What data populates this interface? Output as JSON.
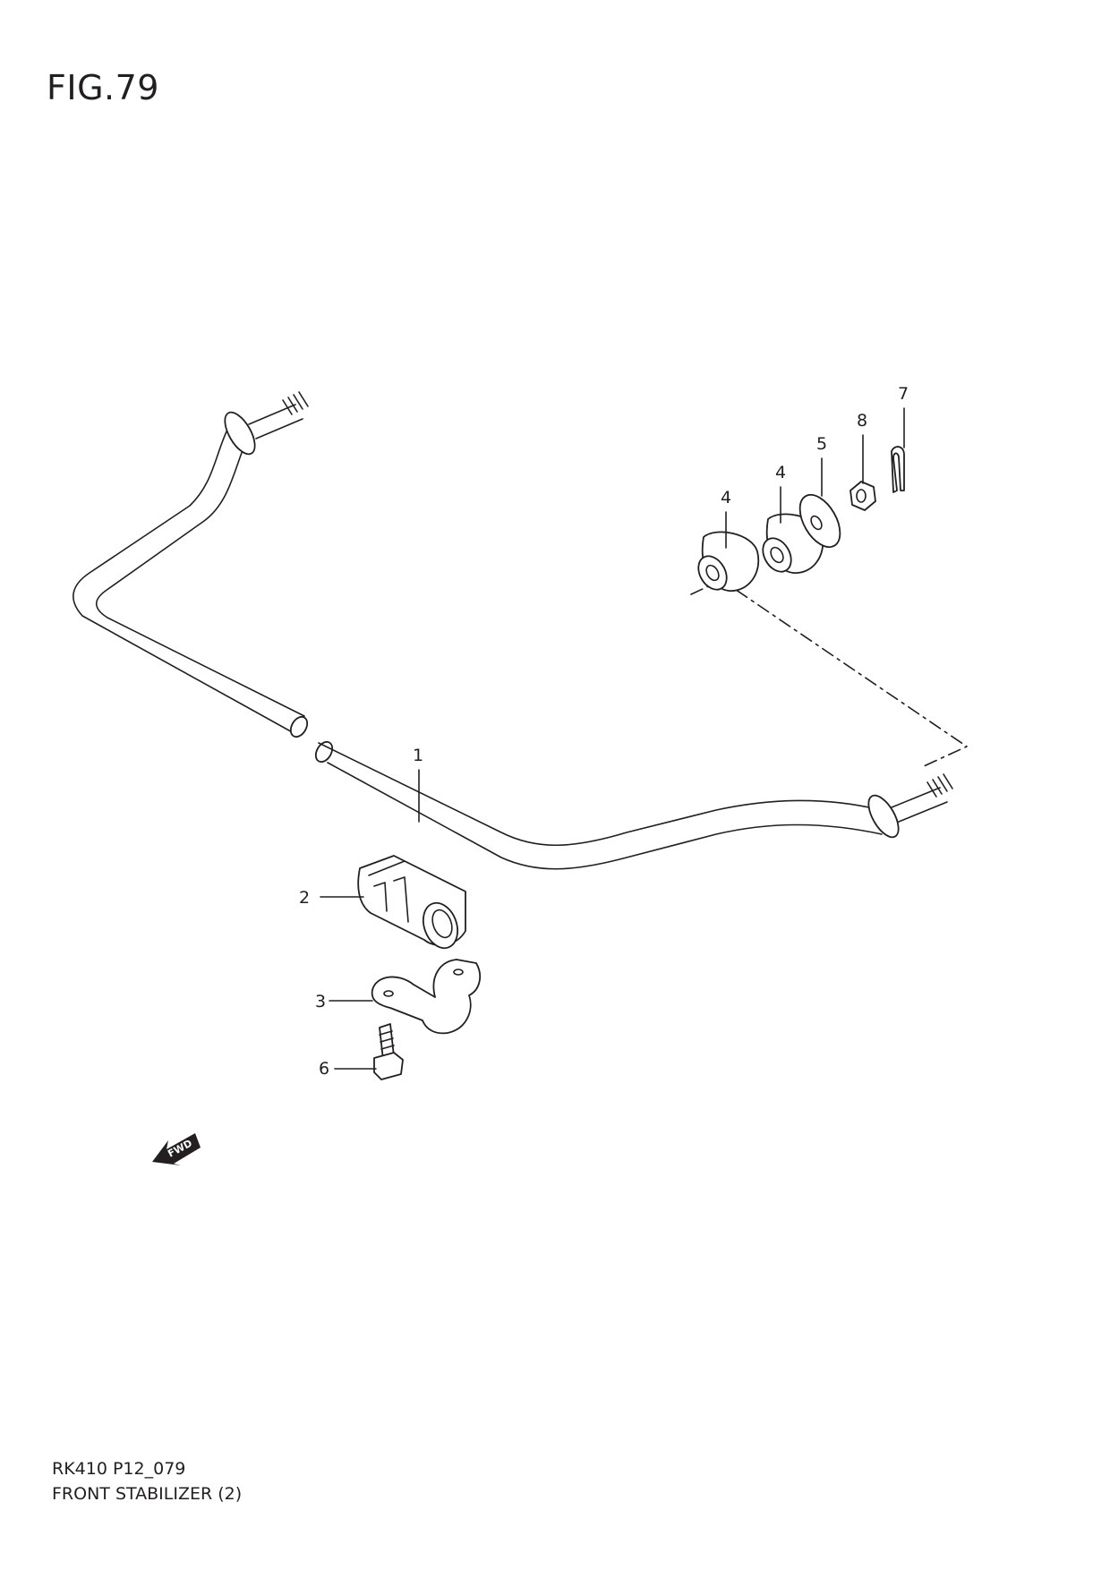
{
  "figure": {
    "title": "FIG.79"
  },
  "footer": {
    "code": "RK410 P12_079",
    "name": "FRONT STABILIZER (2)"
  },
  "callouts": [
    {
      "id": "1",
      "label": "1"
    },
    {
      "id": "2",
      "label": "2"
    },
    {
      "id": "3",
      "label": "3"
    },
    {
      "id": "4a",
      "label": "4"
    },
    {
      "id": "4b",
      "label": "4"
    },
    {
      "id": "5",
      "label": "5"
    },
    {
      "id": "6",
      "label": "6"
    },
    {
      "id": "7",
      "label": "7"
    },
    {
      "id": "8",
      "label": "8"
    }
  ],
  "direction_marker": {
    "label": "FWD",
    "icon": "fwd-arrow-icon"
  }
}
